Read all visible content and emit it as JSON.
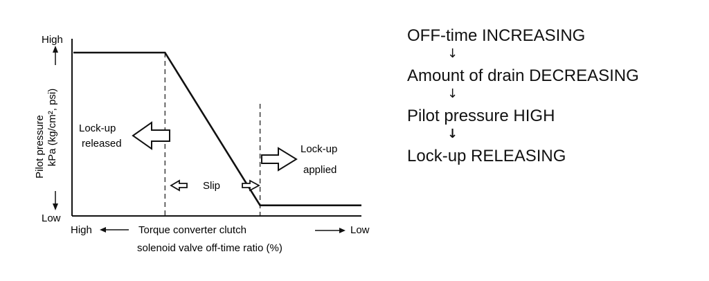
{
  "chart_data": {
    "type": "line",
    "title": "",
    "ylabel_line1": "Pilot pressure",
    "ylabel_line2": "kPa (kg/cm², psi)",
    "y_high_label": "High",
    "y_low_label": "Low",
    "x_high_label": "High",
    "x_low_label": "Low",
    "xlabel_line1": "Torque converter clutch",
    "xlabel_line2": "solenoid valve off-time ratio (%)",
    "x_range": [
      0,
      100
    ],
    "y_range": [
      0,
      100
    ],
    "series": [
      {
        "name": "",
        "x": [
          0,
          31.8,
          64.8,
          100
        ],
        "y": [
          100,
          100,
          6.5,
          6.5
        ]
      }
    ],
    "boundaries": [
      31.8,
      64.8
    ],
    "regions": {
      "released_line1": "Lock-up",
      "released_line2": "released",
      "slip": "Slip",
      "applied_line1": "Lock-up",
      "applied_line2": "applied"
    }
  },
  "flow": {
    "step1": "OFF-time INCREASING",
    "step2": "Amount of drain DECREASING",
    "step3": "Pilot pressure HIGH",
    "step4": "Lock-up RELEASING",
    "arrow_glyph": "↓"
  }
}
